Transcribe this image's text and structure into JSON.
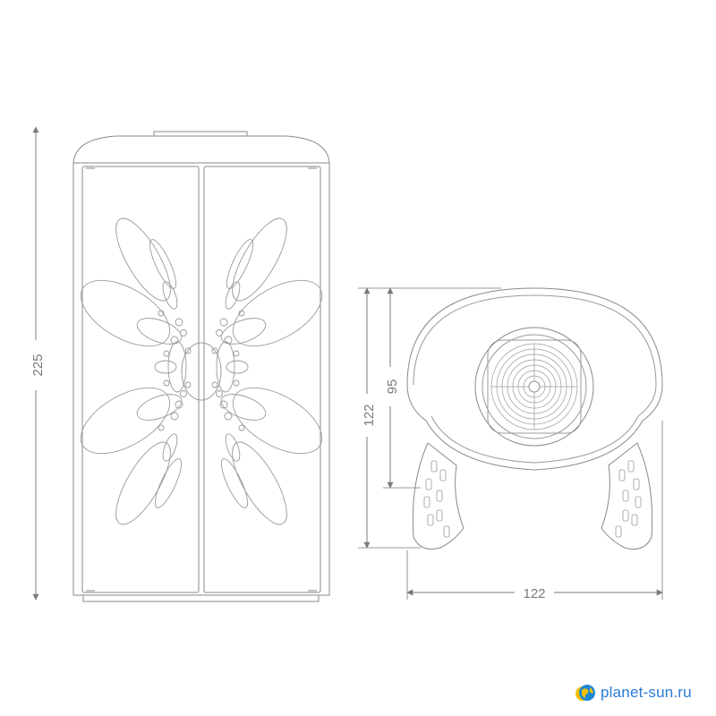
{
  "dimensions": {
    "front_height": "225",
    "side_height": "122",
    "side_inner_height": "95",
    "side_width": "122"
  },
  "brand": {
    "text": "planet-sun.ru",
    "icon": "globe-sun-icon"
  },
  "colors": {
    "line": "#8a8a8a",
    "dimension": "#7a7a7a",
    "brand_text": "#2a7bd6",
    "globe_blue": "#1e88d8",
    "sun_yellow": "#f5c000"
  }
}
